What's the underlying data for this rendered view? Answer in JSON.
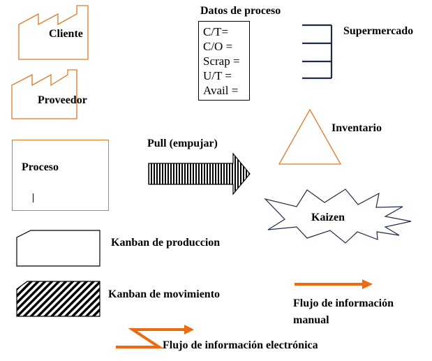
{
  "datos_proceso": {
    "title": "Datos de proceso",
    "lines": [
      "C/T=",
      "C/O =",
      "Scrap =",
      "U/T =",
      "Avail ="
    ]
  },
  "labels": {
    "cliente": "Cliente",
    "proveedor": "Proveedor",
    "supermercado": "Supermercado",
    "inventario": "Inventario",
    "proceso": "Proceso",
    "pull": "Pull (empujar)",
    "kaizen": "Kaizen",
    "kanban_produccion": "Kanban de produccion",
    "kanban_movimiento": "Kanban de movimiento",
    "flujo_manual_line1": "Flujo de información",
    "flujo_manual_line2": "manual",
    "flujo_electronico": "Flujo de información electrónica"
  },
  "colors": {
    "orange_outline": "#e07a2a",
    "orange_arrow": "#ed6a10",
    "navy": "#1f2a44",
    "black": "#000000"
  }
}
